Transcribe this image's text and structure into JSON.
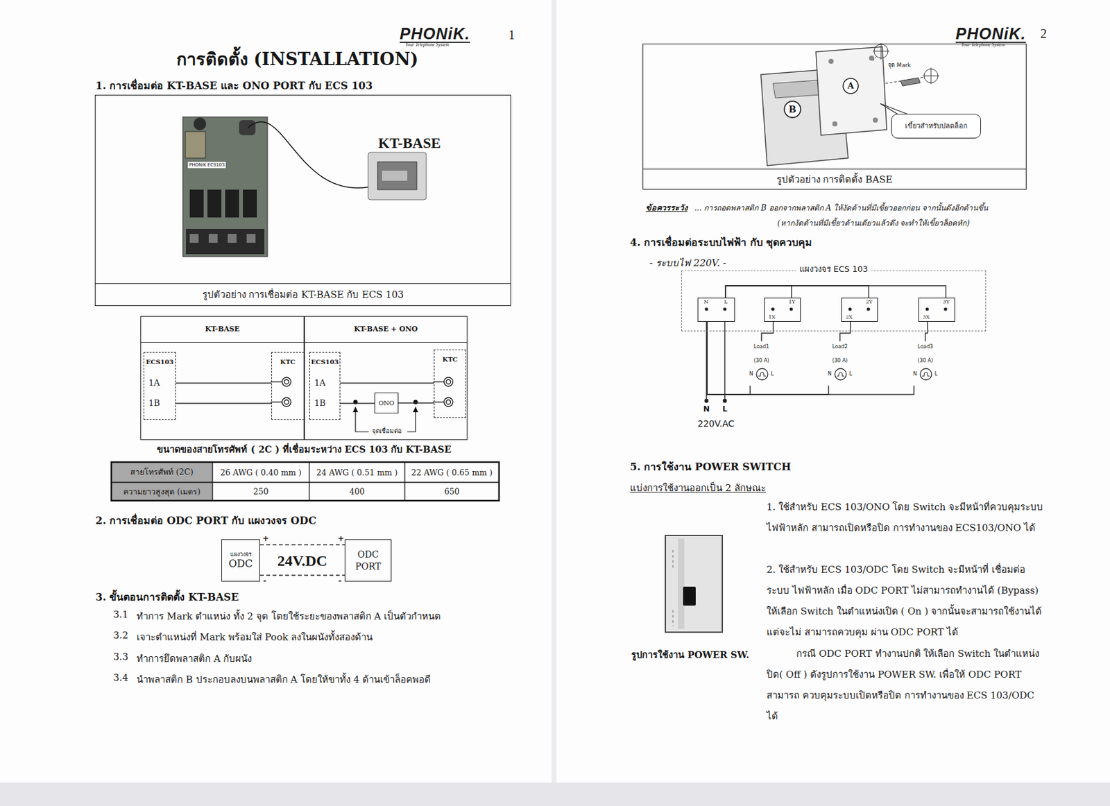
{
  "diagram": {
    "title": "การติดตั้ง (INSTALLATION)",
    "nodes": [
      {
        "text": [
          "รูปตัวอย่าง การเชื่อมต่อ KT-BASE กับ ECS 103"
        ]
      },
      {
        "text": [
          "KT-BASE"
        ]
      },
      {
        "text": [
          "ECS103",
          "1A",
          "1B"
        ],
        "in": 1
      },
      {
        "text": [
          "KTC"
        ],
        "in": 1
      },
      {
        "text": [
          "KT-BASE + ONO"
        ]
      },
      {
        "text": [
          "ECS103",
          "1A",
          "1B"
        ],
        "in": 4
      },
      {
        "text": [
          "ONO"
        ],
        "in": 4
      },
      {
        "text": [
          "KTC"
        ],
        "in": 4
      },
      {
        "text": [
          "แผงวงจร",
          "ODC"
        ]
      },
      {
        "text": [
          "ODC PORT"
        ]
      },
      {
        "text": [
          "รูปตัวอย่าง การติดตั้ง BASE"
        ]
      },
      {
        "text": [
          "A"
        ],
        "in": 10
      },
      {
        "text": [
          "B"
        ],
        "in": 10
      },
      {
        "text": [
          "เขี้ยวสำหรับปลดล็อก"
        ],
        "in": 10
      },
      {
        "text": [
          "แผงวงจร ECS 103"
        ]
      },
      {
        "text": [
          "N",
          "L"
        ],
        "in": 14
      },
      {
        "text": [
          "1Y",
          "1X"
        ],
        "in": 14
      },
      {
        "text": [
          "2Y",
          "2X"
        ],
        "in": 14
      },
      {
        "text": [
          "3Y",
          "3X"
        ],
        "in": 14
      },
      {
        "text": [
          "Load1",
          "(30 A)",
          "N",
          "L"
        ]
      },
      {
        "text": [
          "Load2",
          "(30 A)",
          "N",
          "L"
        ]
      },
      {
        "text": [
          "Load3",
          "(30 A)",
          "N",
          "L"
        ]
      }
    ],
    "edges": [
      {
        "from": 2,
        "to": 3,
        "arrow": "none"
      },
      {
        "from": 2,
        "to": 3,
        "arrow": "none"
      },
      {
        "from": 5,
        "to": 7,
        "arrow": "none"
      },
      {
        "from": 5,
        "to": 6,
        "arrow": "none"
      },
      {
        "from": 6,
        "to": 7,
        "arrow": "none"
      },
      {
        "from": 8,
        "to": 9,
        "label": "24V.DC",
        "arrow": "none"
      },
      {
        "from": 8,
        "to": 9,
        "arrow": "none"
      },
      {
        "from": 15,
        "to": 16,
        "arrow": "none"
      },
      {
        "from": 15,
        "to": 17,
        "arrow": "none"
      },
      {
        "from": 15,
        "to": 18,
        "arrow": "none"
      },
      {
        "from": 16,
        "to": 19,
        "arrow": "none"
      },
      {
        "from": 17,
        "to": 20,
        "arrow": "none"
      },
      {
        "from": 18,
        "to": 21,
        "arrow": "none"
      },
      {
        "from": 15,
        "to": 19,
        "arrow": "none"
      },
      {
        "from": 15,
        "to": 20,
        "arrow": "none"
      },
      {
        "from": 15,
        "to": 21,
        "arrow": "none"
      }
    ],
    "labels": [
      "PHONiK.",
      "Your Telephone System",
      "1",
      "1. การเชื่อมต่อ KT-BASE และ ONO PORT กับ ECS 103",
      "KT-BASE",
      "จุดเชื่อมต่อ",
      "ขนาดของสายโทรศัพท์ ( 2C ) ที่เชื่อมระหว่าง ECS 103 กับ KT-BASE",
      "สายโทรศัพท์ (2C)",
      "26 AWG ( 0.40 mm )",
      "24 AWG ( 0.51 mm )",
      "22 AWG ( 0.65 mm )",
      "ความยาวสูงสุด (เมตร)",
      "250",
      "400",
      "650",
      "2. การเชื่อมต่อ ODC PORT กับ แผงวงจร ODC",
      "+",
      "-",
      "+",
      "-",
      "3. ขั้นตอนการติดตั้ง KT-BASE",
      "3.1",
      "ทำการ Mark ตำแหน่ง ทั้ง 2 จุด โดยใช้ระยะของพลาสติก A เป็นตัวกำหนด",
      "3.2",
      "เจาะตำแหน่งที่ Mark พร้อมใส่ Pook ลงในผนังทั้งสองด้าน",
      "3.3",
      "ทำการยึดพลาสติก A กับผนัง",
      "3.4",
      "นำพลาสติก B ประกอบลงบนพลาสติก A โดยให้ขาทั้ง 4 ด้านเข้าล็อคพอดี",
      "PHONiK.",
      "Your Telephone System",
      "2",
      "จุด Mark",
      "ข้อควรระวัง",
      "... การถอดพลาสติก B ออกจากพลาสติก A ให้งัดด้านที่มีเขี้ยวออกก่อน จากนั้นดึงอีกด้านขึ้น",
      "(หากงัดด้านที่มีเขี้ยวด้านเดียวแล้วดึง จะทำให้เขี้ยวล็อคหัก)",
      "4. การเชื่อมต่อระบบไฟฟ้า กับ ชุดควบคุม",
      "- ระบบไฟ 220V. -",
      "N",
      "L",
      "220V.AC",
      "5. การใช้งาน POWER SWITCH",
      "แบ่งการใช้งานออกเป็น 2 ลักษณะ",
      "1. ใช้สำหรับ ECS 103/ONO โดย Switch จะมีหน้าที่ควบคุมระบบ ไฟฟ้าหลัก สามารถเปิดหรือปิด การทำงานของ ECS103/ONO ได้",
      "2. ใช้สำหรับ ECS 103/ODC โดย Switch จะมีหน้าที่ เชื่อมต่อระบบ ไฟฟ้าหลัก เมื่อ ODC PORT ไม่สามารถทำงานได้ (Bypass) ให้เลือก Switch ในตำแหน่งเปิด ( On ) จากนั้นจะสามารถใช้งานได้แต่จะไม่ สามารถควบคุม ผ่าน ODC PORT ได้",
      "รูปการใช้งาน POWER SW.",
      "กรณี ODC PORT ทำงานปกติ ให้เลือก Switch ในตำแหน่ง ปิด( Off ) ดังรูปการใช้งาน POWER SW. เพื่อให้ ODC PORT สามารถ ควบคุมระบบเปิดหรือปิด การทำงานของ ECS 103/ODC ได้",
      "PHONiK ECS103"
    ]
  }
}
